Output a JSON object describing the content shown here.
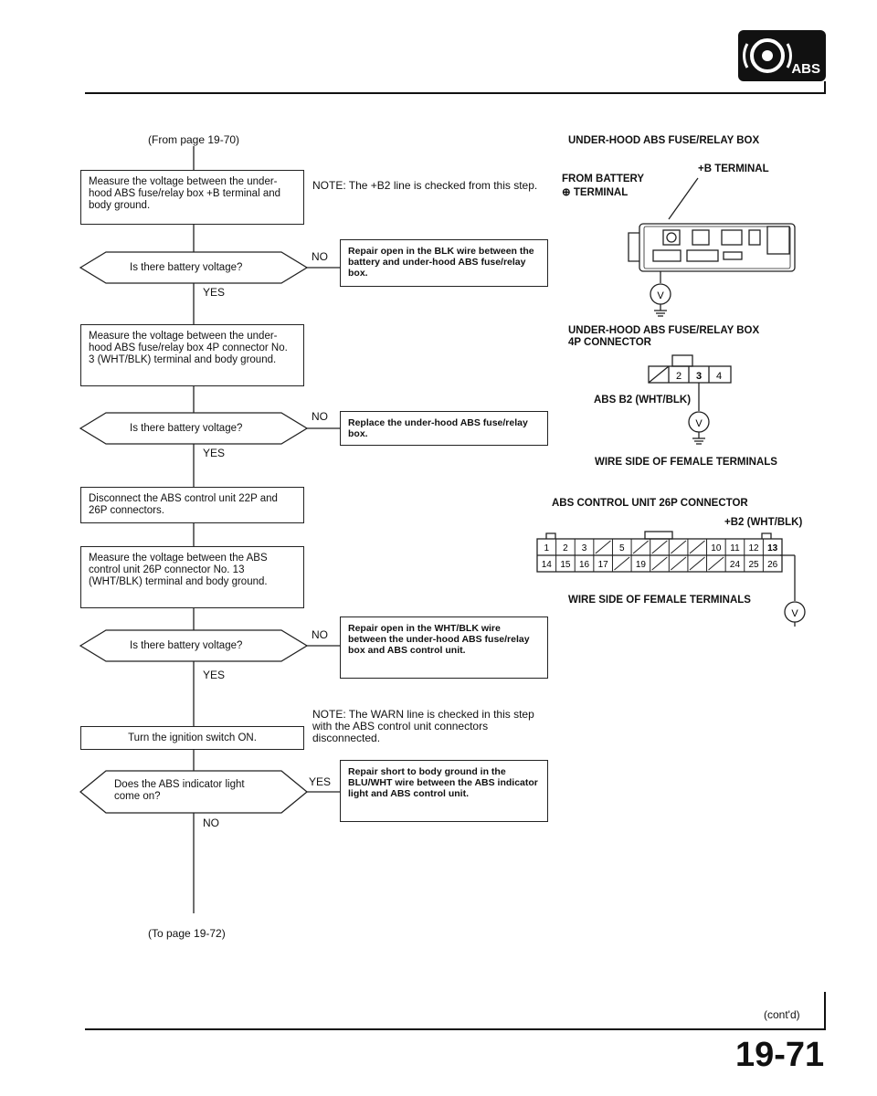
{
  "header": {
    "badge_text": "ABS",
    "from_page": "(From page 19-70)",
    "to_page": "(To page 19-72)",
    "page_number": "19-71",
    "contd": "(cont'd)"
  },
  "flow": {
    "step1": "Measure the voltage between the under-hood ABS fuse/relay box +B terminal and body ground.",
    "q1": "Is there battery voltage?",
    "step2": "Measure the voltage between the under-hood ABS fuse/relay box 4P connector No. 3 (WHT/BLK) terminal and body ground.",
    "q2": "Is there battery voltage?",
    "step3": "Disconnect the ABS control unit 22P and 26P connectors.",
    "step4": "Measure the voltage between the ABS control unit 26P connector No. 13 (WHT/BLK) terminal and body ground.",
    "q3": "Is there battery voltage?",
    "step5": "Turn the ignition switch ON.",
    "q4": "Does the ABS indicator light come on?",
    "yes": "YES",
    "no": "NO",
    "note1": "NOTE: The +B2 line is checked from this step.",
    "note2": "NOTE: The WARN line is checked in this step with the ABS control unit connectors disconnected.",
    "r1": "Repair open in the BLK wire between the battery and under-hood ABS fuse/relay box.",
    "r2": "Replace the under-hood ABS fuse/relay box.",
    "r3": "Repair open in the WHT/BLK wire between the under-hood ABS fuse/relay box and ABS control unit.",
    "r4": "Repair short to body ground in the BLU/WHT wire between the ABS indicator light and ABS control unit."
  },
  "diagrams": {
    "fusebox_title": "UNDER-HOOD ABS FUSE/RELAY BOX",
    "from_battery": "FROM BATTERY",
    "plus_terminal": "⊕ TERMINAL",
    "b_terminal": "+B TERMINAL",
    "connector4p_title1": "UNDER-HOOD ABS FUSE/RELAY BOX",
    "connector4p_title2": "4P CONNECTOR",
    "abs_b2": "ABS B2 (WHT/BLK)",
    "wire_side1": "WIRE SIDE OF FEMALE TERMINALS",
    "cu_title": "ABS CONTROL UNIT 26P CONNECTOR",
    "b2_label": "+B2 (WHT/BLK)",
    "wire_side2": "WIRE SIDE OF FEMALE TERMINALS",
    "v": "V",
    "p4_pins": [
      "2",
      "3",
      "4"
    ],
    "row1_pins": [
      "1",
      "2",
      "3",
      "",
      "5",
      "",
      "",
      "",
      "",
      "10",
      "11",
      "12",
      "13"
    ],
    "row2_pins": [
      "14",
      "15",
      "16",
      "17",
      "",
      "19",
      "",
      "",
      "",
      "",
      "24",
      "25",
      "26"
    ]
  }
}
